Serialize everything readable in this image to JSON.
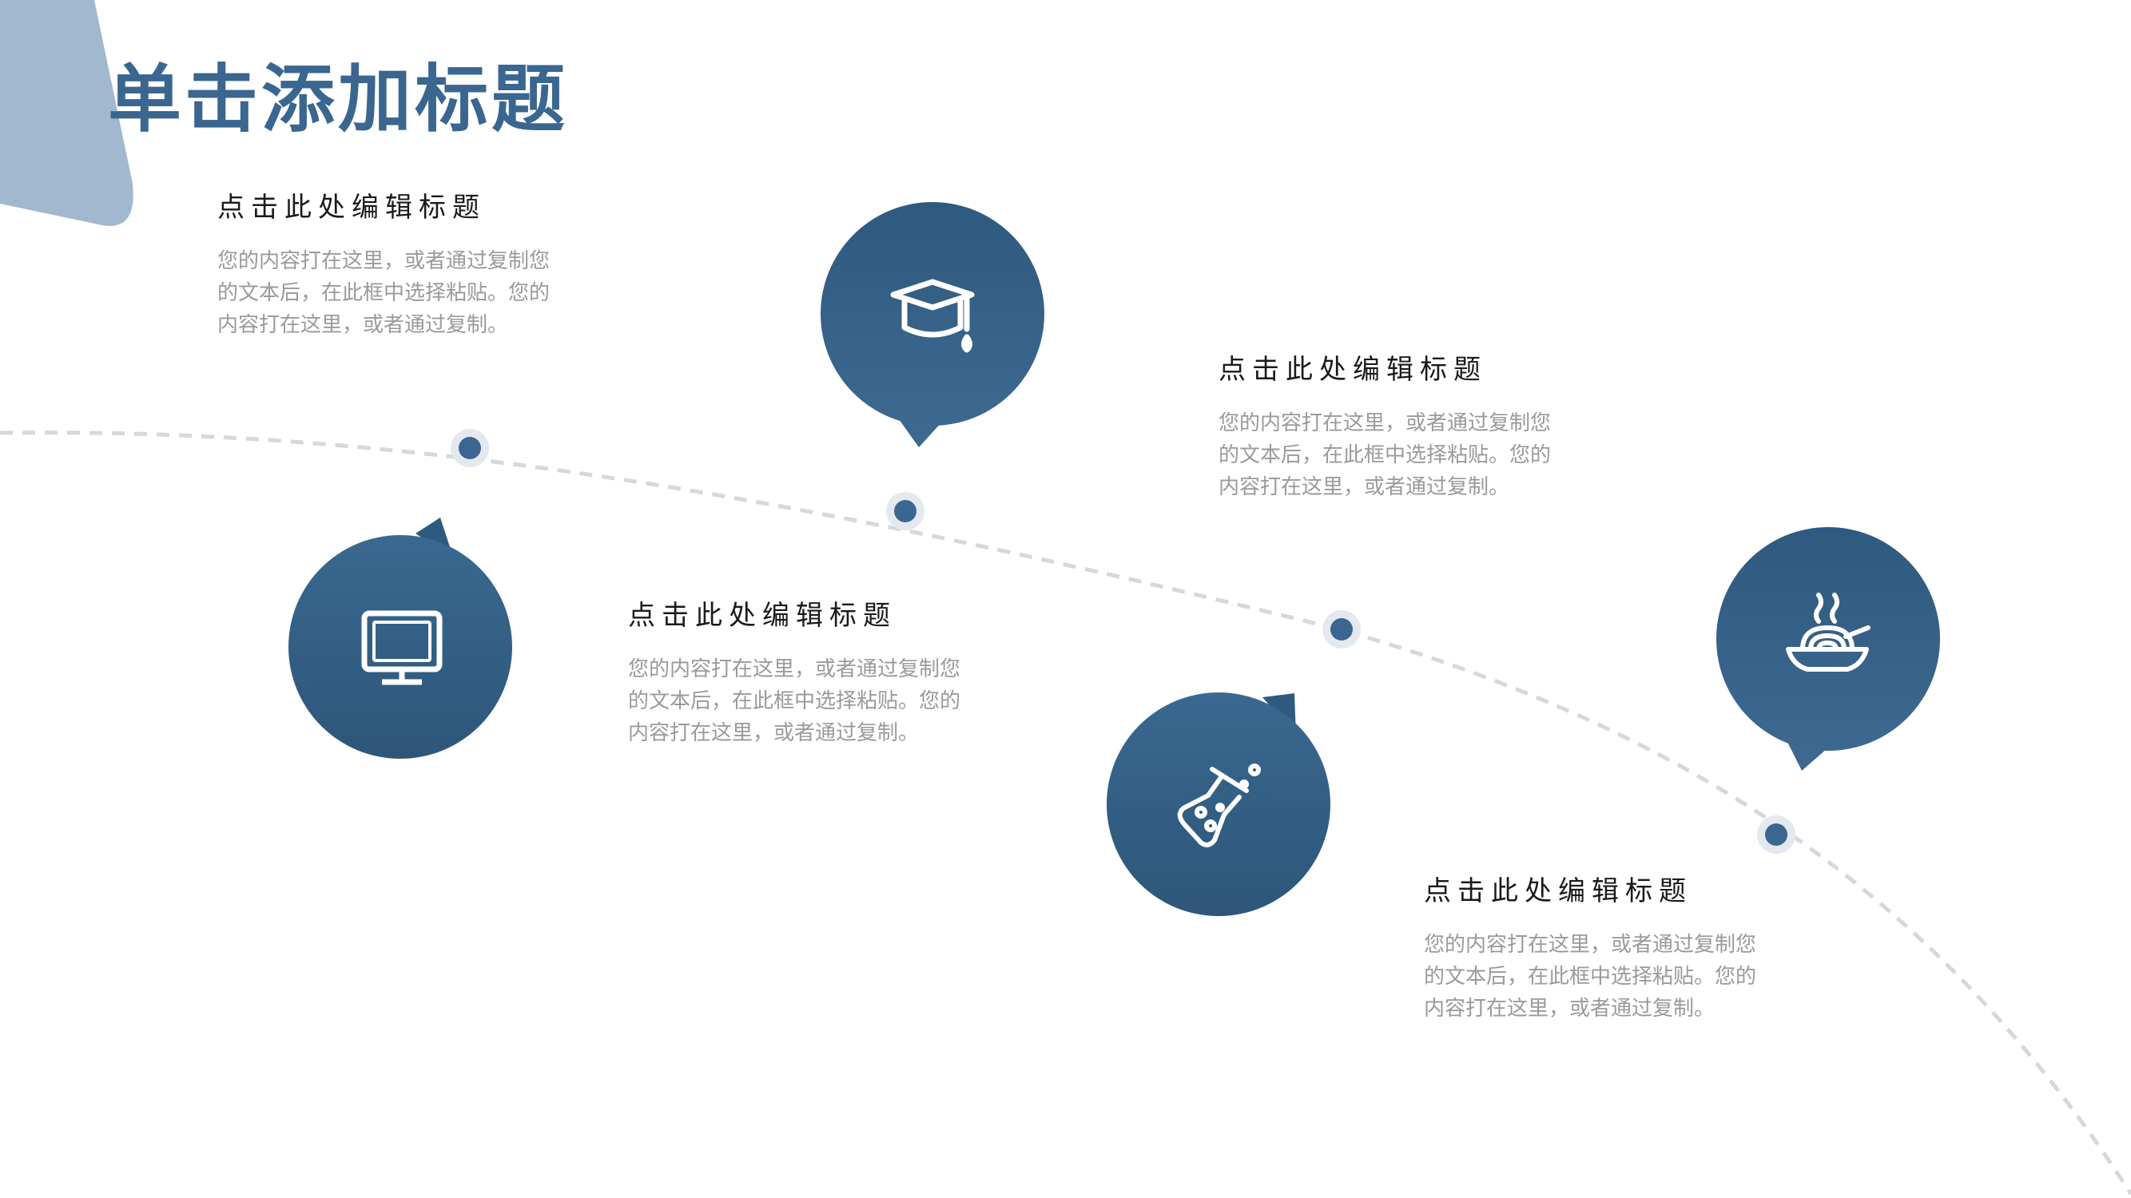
{
  "slide": {
    "title": "单击添加标题",
    "accent_color": "#3a6690",
    "decor_color": "#a2b8cf",
    "path_color": "#d5d8dc"
  },
  "items": [
    {
      "title": "点击此处编辑标题",
      "body": [
        "您的内容打在这里，或者通过复制您",
        "的文本后，在此框中选择粘贴。您的",
        "内容打在这里，或者通过复制。"
      ],
      "icon": "graduation-cap-icon"
    },
    {
      "title": "点击此处编辑标题",
      "body": [
        "您的内容打在这里，或者通过复制您",
        "的文本后，在此框中选择粘贴。您的",
        "内容打在这里，或者通过复制。"
      ],
      "icon": "monitor-icon"
    },
    {
      "title": "点击此处编辑标题",
      "body": [
        "您的内容打在这里，或者通过复制您",
        "的文本后，在此框中选择粘贴。您的",
        "内容打在这里，或者通过复制。"
      ],
      "icon": "flask-icon"
    },
    {
      "title": "点击此处编辑标题",
      "body": [
        "您的内容打在这里，或者通过复制您",
        "的文本后，在此框中选择粘贴。您的",
        "内容打在这里，或者通过复制。"
      ],
      "icon": "noodle-bowl-icon"
    }
  ]
}
